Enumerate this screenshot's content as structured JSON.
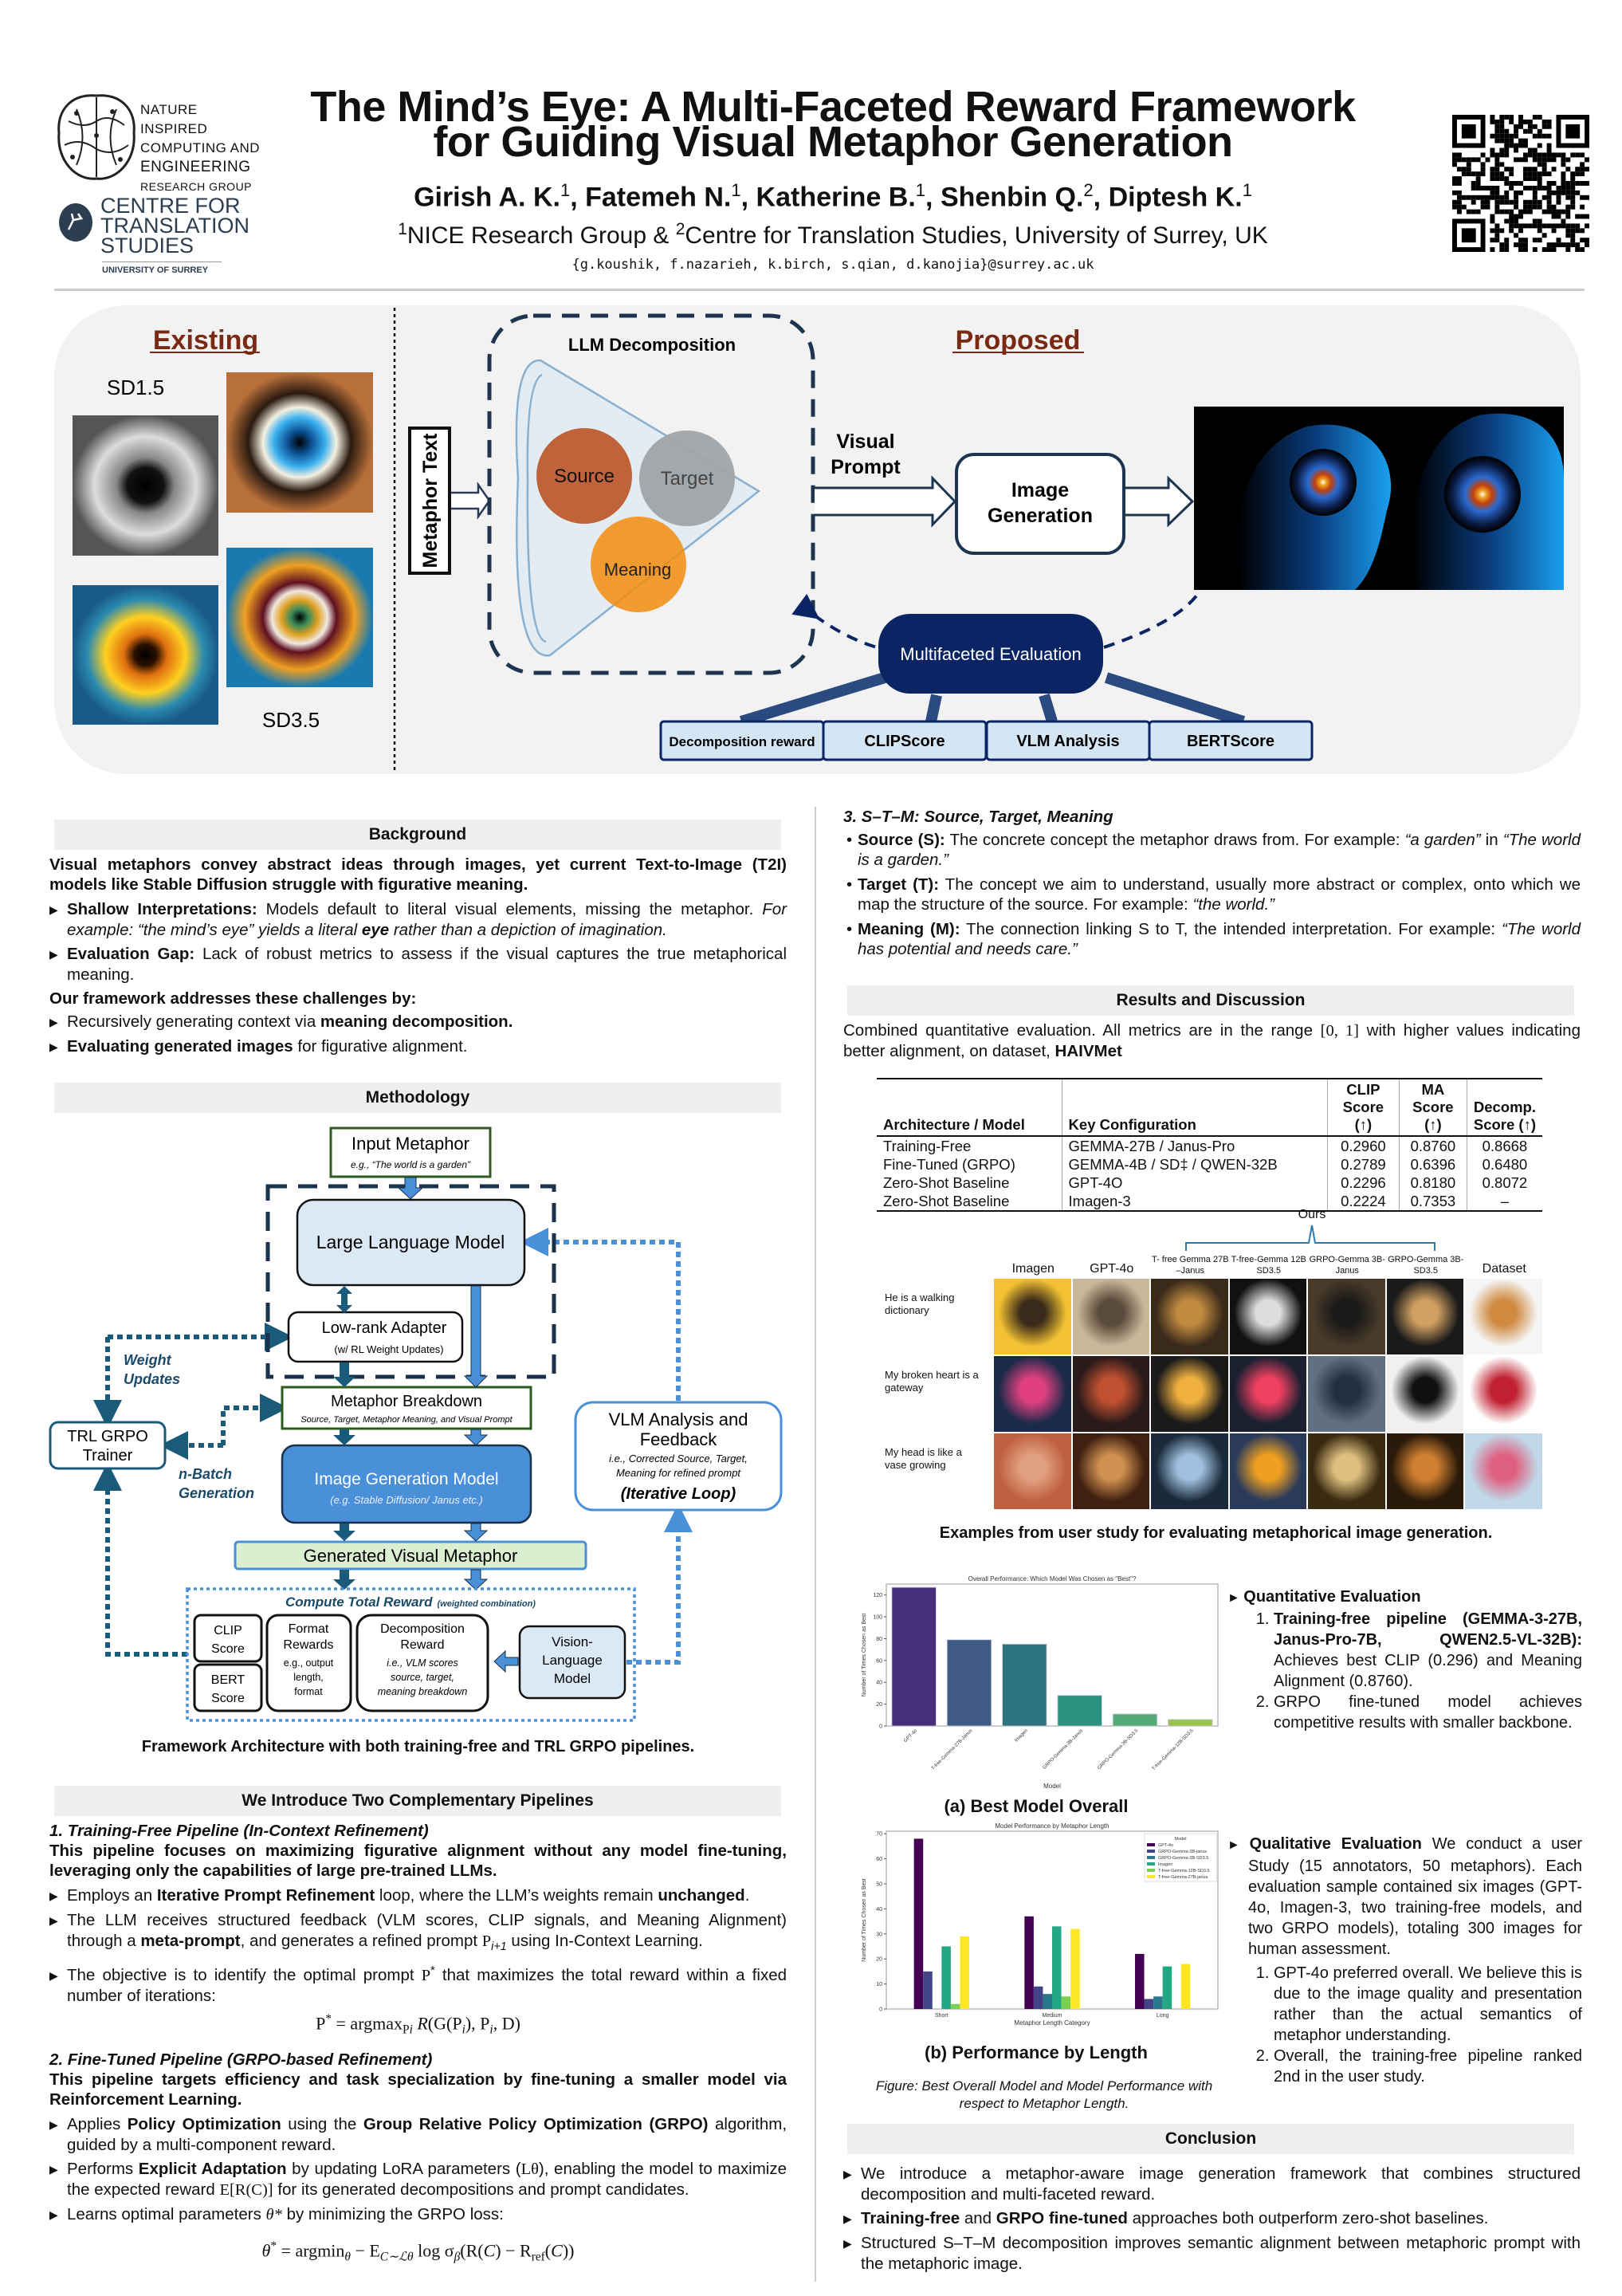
{
  "header": {
    "title_line1": "The Mind’s Eye: A Multi-Faceted Reward Framework",
    "title_line2": "for Guiding Visual Metaphor Generation",
    "authors": [
      {
        "name": "Girish A. K.",
        "sup": "1"
      },
      {
        "name": "Fatemeh N.",
        "sup": "1"
      },
      {
        "name": "Katherine B.",
        "sup": "1"
      },
      {
        "name": "Shenbin Q.",
        "sup": "2"
      },
      {
        "name": "Diptesh K.",
        "sup": "1"
      }
    ],
    "affiliation": [
      {
        "t": "1",
        "sup": true
      },
      {
        "t": "NICE Research Group & "
      },
      {
        "t": "2",
        "sup": true
      },
      {
        "t": "Centre for Translation Studies, University of Surrey, UK"
      }
    ],
    "email": "{g.koushik, f.nazarieh, k.birch, s.qian, d.kanojia}@surrey.ac.uk",
    "logo_nice": [
      "NATURE INSPIRED",
      "COMPUTING AND",
      "ENGINEERING",
      "RESEARCH GROUP"
    ],
    "logo_cts": [
      "CENTRE FOR",
      "TRANSLATION",
      "STUDIES"
    ],
    "logo_university": "UNIVERSITY OF SURREY"
  },
  "hero": {
    "existing": "Existing",
    "proposed": "Proposed",
    "sd15": "SD1.5",
    "sd35": "SD3.5",
    "metaphor_text": "Metaphor Text",
    "llm_decomposition": "LLM Decomposition",
    "source": "Source",
    "target": "Target",
    "meaning": "Meaning",
    "visual_prompt_1": "Visual",
    "visual_prompt_2": "Prompt",
    "image_generation_1": "Image",
    "image_generation_2": "Generation",
    "multifaceted_evaluation": "Multifaceted Evaluation",
    "metrics": [
      "Decomposition reward",
      "CLIPScore",
      "VLM Analysis",
      "BERTScore"
    ],
    "colors": {
      "source": "#c0623a",
      "target": "#a0a4a6",
      "meaning": "#f28c0c",
      "eval": "#0b2463",
      "accent": "#7a2a12"
    }
  },
  "background": {
    "title": "Background",
    "intro": "Visual metaphors convey abstract ideas through images, yet current Text-to-Image (T2I) models like Stable Diffusion struggle with figurative meaning.",
    "bullets": [
      [
        {
          "t": "Shallow Interpretations:",
          "b": true
        },
        {
          "t": " Models default to literal visual elements, missing the metaphor.  "
        },
        {
          "t": "For example: “the mind’s eye” yields a literal ",
          "i": true
        },
        {
          "t": "eye",
          "b": true,
          "i": true
        },
        {
          "t": " rather than a depiction of imagination.",
          "i": true
        }
      ],
      [
        {
          "t": "Evaluation Gap:",
          "b": true
        },
        {
          "t": " Lack of robust metrics to assess if the visual captures the true metaphorical meaning."
        }
      ]
    ],
    "lead": "Our framework addresses these challenges by:",
    "bullets2": [
      [
        {
          "t": "Recursively generating context via "
        },
        {
          "t": "meaning decomposition.",
          "b": true
        }
      ],
      [
        {
          "t": "Evaluating generated images",
          "b": true
        },
        {
          "t": " for figurative alignment."
        }
      ]
    ]
  },
  "methodology": {
    "title": "Methodology",
    "input_metaphor": "Input Metaphor",
    "input_example": "e.g., “The world is a garden”",
    "llm": "Large Language Model",
    "lora": "Low-rank Adapter",
    "lora_sub": "(w/ RL Weight Updates)",
    "breakdown": "Metaphor Breakdown",
    "breakdown_sub": "Source, Target, Metaphor Meaning, and Visual Prompt",
    "image_model": "Image Generation Model",
    "image_model_sub": "(e.g. Stable Diffusion/ Janus etc.)",
    "generated": "Generated Visual Metaphor",
    "reward_title": "Compute Total Reward",
    "reward_sub": "(weighted combination)",
    "clip": [
      "CLIP",
      "Score"
    ],
    "bert": [
      "BERT",
      "Score"
    ],
    "format": [
      "Format",
      "Rewards",
      "e.g., output",
      "length,",
      "format"
    ],
    "decomp": [
      "Decomposition",
      "Reward",
      "i.e., VLM scores",
      "source, target,",
      "meaning breakdown"
    ],
    "vlm": [
      "Vision-",
      "Language",
      "Model"
    ],
    "trl": [
      "TRL GRPO",
      "Trainer"
    ],
    "weight_updates": [
      "Weight",
      "Updates"
    ],
    "nbatch": [
      "n-Batch",
      "Generation"
    ],
    "vlm_feedback": [
      "VLM Analysis and",
      "Feedback",
      "i.e., Corrected Source, Target,",
      "Meaning for refined prompt",
      "(Iterative Loop)"
    ],
    "caption": "Framework Architecture with both training-free and TRL GRPO pipelines."
  },
  "pipelines": {
    "title": "We Introduce Two Complementary Pipelines",
    "p1_heading": "1. Training-Free Pipeline (In-Context Refinement)",
    "p1_lead": "This pipeline focuses on maximizing figurative alignment without any model fine-tuning, leveraging only the capabilities of large pre-trained LLMs.",
    "p1_bullets": [
      [
        {
          "t": "Employs an "
        },
        {
          "t": "Iterative Prompt Refinement",
          "b": true
        },
        {
          "t": " loop, where the LLM’s weights remain "
        },
        {
          "t": "unchanged",
          "b": true
        },
        {
          "t": "."
        }
      ],
      [
        {
          "t": "The LLM receives structured feedback (VLM scores, CLIP signals, and Meaning Alignment) through a "
        },
        {
          "t": "meta-prompt",
          "b": true
        },
        {
          "t": ", and generates a refined prompt "
        },
        {
          "t": "P",
          "serif": true
        },
        {
          "t": "i+1",
          "sub": true,
          "i": true
        },
        {
          "t": " using In-Context Learning."
        }
      ],
      [
        {
          "t": "The objective is to identify the optimal prompt "
        },
        {
          "t": "P",
          "serif": true
        },
        {
          "t": "*",
          "sup": true
        },
        {
          "t": " that maximizes the total reward within a fixed number of iterations:"
        }
      ]
    ],
    "p1_equation": [
      {
        "t": "P"
      },
      {
        "t": "*",
        "sup": true
      },
      {
        "t": " = argmax"
      },
      {
        "t": "P",
        "sub": true
      },
      {
        "t": "i",
        "sub": true,
        "i": true
      },
      {
        "t": " R",
        "i": true
      },
      {
        "t": "(G(P"
      },
      {
        "t": "i",
        "sub": true,
        "i": true
      },
      {
        "t": "), P"
      },
      {
        "t": "i",
        "sub": true,
        "i": true
      },
      {
        "t": ", D)"
      }
    ],
    "p2_heading": "2. Fine-Tuned Pipeline (GRPO-based Refinement)",
    "p2_lead": "This pipeline targets efficiency and task specialization by fine-tuning a smaller model via Reinforcement Learning.",
    "p2_bullets": [
      [
        {
          "t": "Applies "
        },
        {
          "t": "Policy Optimization",
          "b": true
        },
        {
          "t": " using the "
        },
        {
          "t": "Group Relative Policy Optimization (GRPO)",
          "b": true
        },
        {
          "t": " algorithm, guided by a multi-component reward."
        }
      ],
      [
        {
          "t": "Performs "
        },
        {
          "t": "Explicit Adaptation",
          "b": true
        },
        {
          "t": " by updating LoRA parameters ("
        },
        {
          "t": "Lθ",
          "serif": true
        },
        {
          "t": "), enabling the model to maximize the expected reward "
        },
        {
          "t": "E[R(C)]",
          "serif": true
        },
        {
          "t": " for its generated decompositions and prompt candidates."
        }
      ],
      [
        {
          "t": "Learns optimal parameters "
        },
        {
          "t": "θ*",
          "serif": true,
          "i": true
        },
        {
          "t": " by minimizing the GRPO loss:"
        }
      ]
    ],
    "p2_equation": [
      {
        "t": "θ",
        "i": true
      },
      {
        "t": "*",
        "sup": true
      },
      {
        "t": " = argmin"
      },
      {
        "t": "θ",
        "sub": true,
        "i": true
      },
      {
        "t": "  − E"
      },
      {
        "t": "C∼ℒθ",
        "sub": true,
        "i": true
      },
      {
        "t": " log σ"
      },
      {
        "t": "β",
        "sub": true,
        "i": true
      },
      {
        "t": "(R("
      },
      {
        "t": "C",
        "i": true
      },
      {
        "t": ") − R"
      },
      {
        "t": "ref",
        "sub": true
      },
      {
        "t": "("
      },
      {
        "t": "C",
        "i": true
      },
      {
        "t": "))"
      }
    ]
  },
  "stm": {
    "heading": "3. S–T–M: Source, Target, Meaning",
    "items": [
      [
        {
          "t": "Source (S):",
          "b": true
        },
        {
          "t": " The concrete concept the metaphor draws from.  For example: "
        },
        {
          "t": "“a garden”",
          "i": true
        },
        {
          "t": " in "
        },
        {
          "t": "“The world is a garden.”",
          "i": true
        }
      ],
      [
        {
          "t": "Target (T):",
          "b": true
        },
        {
          "t": " The concept we aim to understand, usually more abstract or complex, onto which we map the structure of the source. For example: "
        },
        {
          "t": "“the world.”",
          "i": true
        }
      ],
      [
        {
          "t": "Meaning (M):",
          "b": true
        },
        {
          "t": " The connection linking S to T, the intended interpretation. For example: "
        },
        {
          "t": "“The world has potential and needs care.”",
          "i": true
        }
      ]
    ]
  },
  "results": {
    "title": "Results and Discussion",
    "intro": [
      {
        "t": "Combined quantitative evaluation.  All metrics are in the range "
      },
      {
        "t": "[0, 1]",
        "serif": true
      },
      {
        "t": " with higher values indicating better alignment, on dataset, "
      },
      {
        "t": "HAIVMet",
        "b": true
      }
    ],
    "table": {
      "headers": [
        "Architecture / Model",
        "Key Configuration",
        "CLIP Score (↑)",
        "MA Score (↑)",
        "Decomp. Score (↑)"
      ],
      "rows": [
        [
          "Training-Free",
          "GEMMA-27B / Janus-Pro",
          "0.2960",
          "0.8760",
          "0.8668"
        ],
        [
          "Fine-Tuned (GRPO)",
          "GEMMA-4B / SD‡ / QWEN-32B",
          "0.2789",
          "0.6396",
          "0.6480"
        ],
        [
          "Zero-Shot Baseline",
          "GPT-4O",
          "0.2296",
          "0.8180",
          "0.8072"
        ],
        [
          "Zero-Shot Baseline",
          "Imagen-3",
          "0.2224",
          "0.7353",
          "–"
        ]
      ]
    },
    "user_study": {
      "ours": "Ours",
      "columns": [
        "Imagen",
        "GPT-4o",
        "T- free Gemma 27B –Janus",
        "T-free-Gemma 12B SD3.5",
        "GRPO-Gemma 3B-Janus",
        "GRPO-Gemma 3B-SD3.5",
        "Dataset"
      ],
      "rows": [
        "He is a walking dictionary",
        "My broken heart is a gateway",
        "My head is like a vase growing"
      ],
      "caption": "Examples from user study for evaluating metaphorical image generation."
    },
    "quant": {
      "heading": "Quantitative Evaluation",
      "items": [
        [
          {
            "t": "Training-free pipeline (GEMMA-3-27B, Janus-Pro-7B, QWEN2.5-VL-32B):",
            "b": true
          },
          {
            "t": " Achieves best CLIP (0.296) and Meaning Alignment (0.8760)."
          }
        ],
        [
          {
            "t": "GRPO fine-tuned model achieves competitive results with smaller backbone."
          }
        ]
      ]
    },
    "qual": {
      "heading": "Qualitative Evaluation",
      "text": " We conduct a user Study (15 annotators, 50 metaphors).  Each evaluation sample contained six images (GPT-4o, Imagen-3, two training-free models, and two GRPO models), totaling 300 images for human assessment.",
      "items": [
        [
          {
            "t": "GPT-4o preferred overall.  We believe this is due to the image quality and presentation rather than the actual semantics of metaphor understanding."
          }
        ],
        [
          {
            "t": "Overall, the training-free pipeline ranked 2nd in the user study."
          }
        ]
      ]
    },
    "caption_a": "(a) Best Model Overall",
    "caption_b": "(b) Performance by Length",
    "figure_caption": "Figure: Best Overall Model and Model Performance with respect to Metaphor Length."
  },
  "conclusion": {
    "title": "Conclusion",
    "bullets": [
      [
        {
          "t": "We introduce a metaphor-aware image generation framework that combines structured decomposition and multi-faceted reward."
        }
      ],
      [
        {
          "t": "Training-free",
          "b": true
        },
        {
          "t": " and "
        },
        {
          "t": "GRPO fine-tuned",
          "b": true
        },
        {
          "t": " approaches both outperform zero-shot baselines."
        }
      ],
      [
        {
          "t": "Structured S–T–M decomposition improves semantic alignment between metaphoric prompt with the metaphoric image."
        }
      ]
    ]
  },
  "chart_data": [
    {
      "type": "bar",
      "title": "Overall Performance: Which Model Was Chosen as \"Best\"?",
      "xlabel": "Model",
      "ylabel": "Number of Times Chosen as Best",
      "categories": [
        "GPT-4o",
        "T-free-Gemma-27B-Janus",
        "Imagen",
        "GRPO-Gemma-3B-Janus",
        "GRPO-Gemma-3B-SD3.5",
        "T-free-Gemma-12B-SD3.5"
      ],
      "values": [
        127,
        79,
        75,
        28,
        11,
        6
      ],
      "ylim": [
        0,
        130
      ],
      "yticks": [
        0,
        20,
        40,
        60,
        80,
        100,
        120
      ],
      "colors": [
        "#482f7a",
        "#3f5a85",
        "#2e7480",
        "#2a927e",
        "#55ab78",
        "#9ac449"
      ],
      "grid": false
    },
    {
      "type": "bar",
      "title": "Model Performance by Metaphor Length",
      "xlabel": "Metaphor Length Category",
      "ylabel": "Number of Times Chosen as Best",
      "categories": [
        "Short",
        "Medium",
        "Long"
      ],
      "legend_title": "Model",
      "legend": "top-right",
      "series": [
        {
          "name": "GPT-4o",
          "values": [
            68,
            37,
            22
          ],
          "color": "#440154"
        },
        {
          "name": "GRPO-Gemma-3B-janus",
          "values": [
            15,
            9,
            4
          ],
          "color": "#414487"
        },
        {
          "name": "GRPO-Gemma-3B-SD3.5",
          "values": [
            0,
            6,
            5
          ],
          "color": "#2a788e"
        },
        {
          "name": "Imagen",
          "values": [
            25,
            33,
            17
          ],
          "color": "#22a884"
        },
        {
          "name": "T-free-Gemma-12B-SD3.5",
          "values": [
            2,
            5,
            0
          ],
          "color": "#7ad151"
        },
        {
          "name": "T-free-Gemma-27B-janus",
          "values": [
            29,
            32,
            18
          ],
          "color": "#fde725"
        }
      ],
      "ylim": [
        0,
        71
      ],
      "yticks": [
        0,
        10,
        20,
        30,
        40,
        50,
        60,
        70
      ],
      "grid": false
    }
  ]
}
